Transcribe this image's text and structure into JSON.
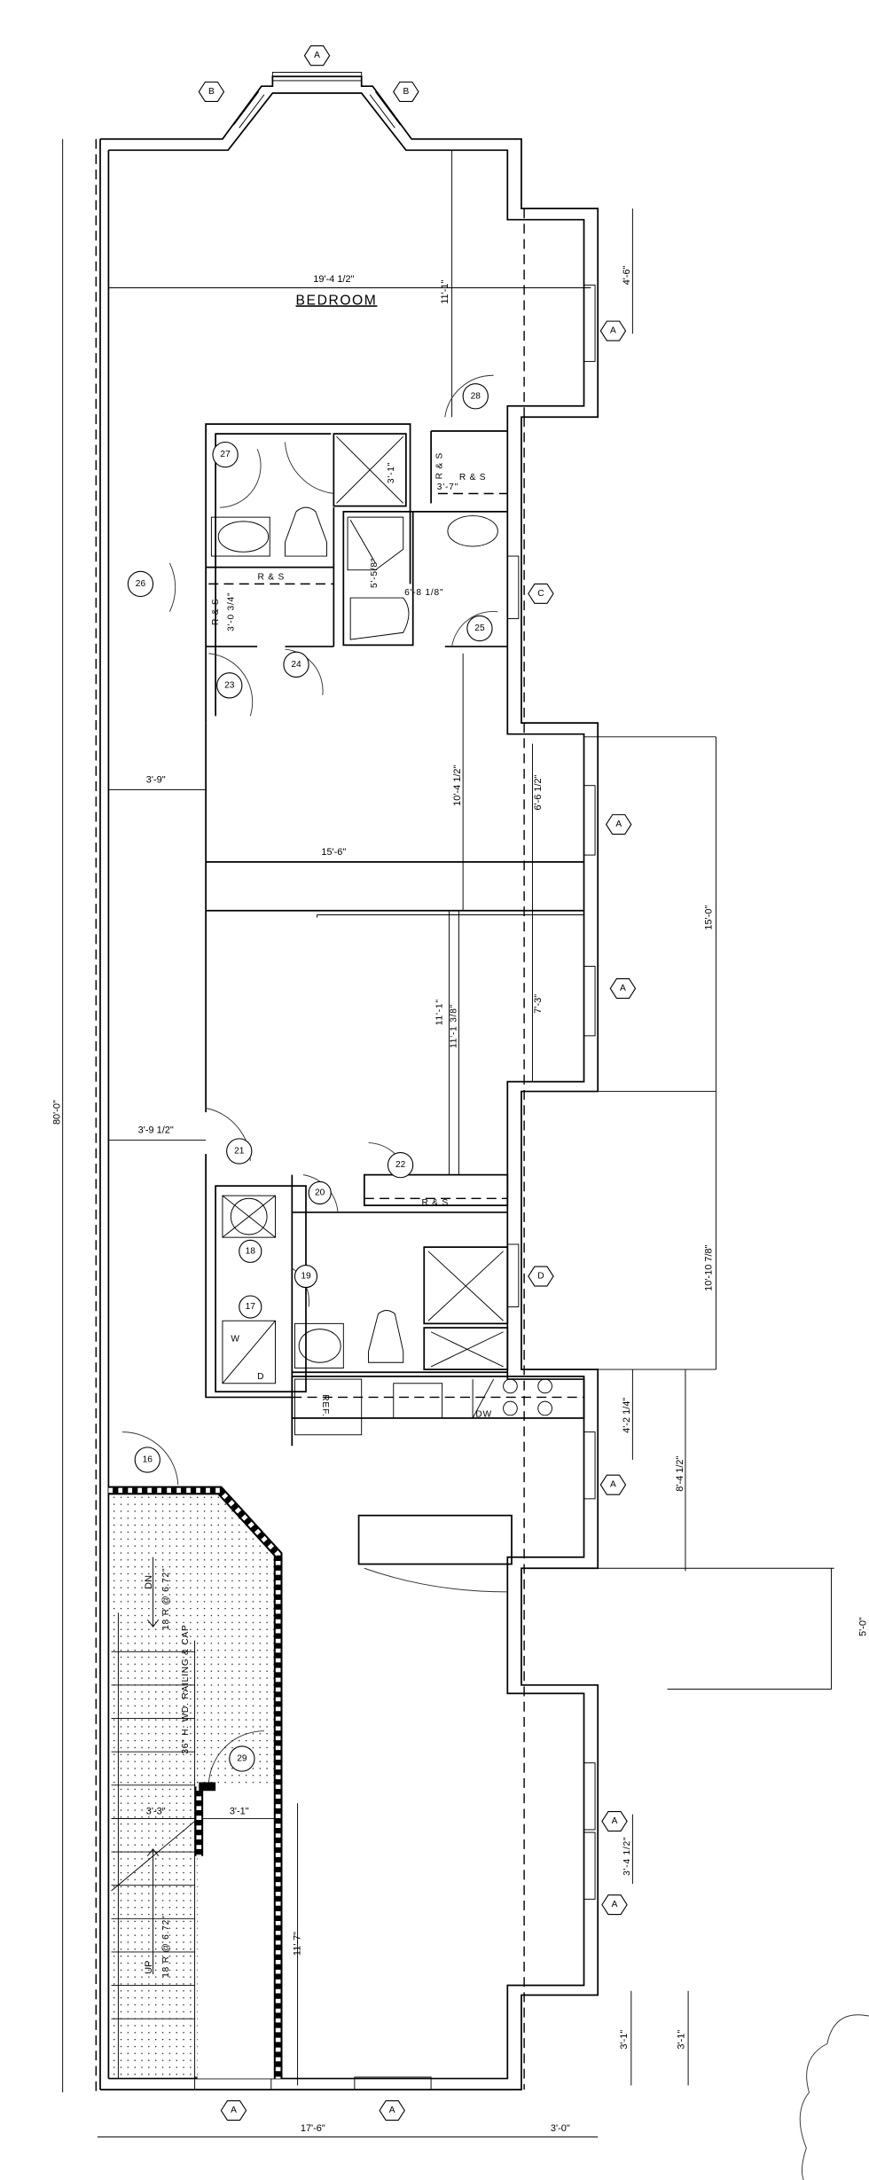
{
  "title": "Floor Plan",
  "room_label": "BEDROOM",
  "window_tags": {
    "A": "A",
    "B": "B",
    "C": "C",
    "D": "D"
  },
  "doors": [
    "16",
    "17",
    "18",
    "19",
    "20",
    "21",
    "22",
    "23",
    "24",
    "25",
    "26",
    "27",
    "28",
    "29"
  ],
  "dimensions": {
    "overall_length": "80'-0\"",
    "bedroom_width": "19'-4 1/2\"",
    "bedroom_depth": "11'-1\"",
    "bump_top": "4'-6\"",
    "bath_a": "3'-0 3/4\"",
    "bath_b": "5'-5/8\"",
    "bath_c": "6'-8 1/8\"",
    "shower_a": "3'-1\"",
    "closet_a": "3'-7\"",
    "hall_a": "3'-9\"",
    "room_width": "15'-6\"",
    "room_depth_a": "10'-4 1/2\"",
    "bump_mid_a": "6'-6 1/2\"",
    "bump_mid_b": "7'-3\"",
    "room_depth_b": "11'-1\"",
    "room_depth_b2": "11'-1 3/8\"",
    "hall_b": "3'-9 1/2\"",
    "right_a": "15'-0\"",
    "right_b": "10'-10 7/8\"",
    "right_c": "4'-2 1/4\"",
    "right_d": "8'-4 1/2\"",
    "right_e": "5'-0\"",
    "right_f": "3'-4 1/2\"",
    "right_g": "3'-1\"",
    "right_h": "3'-1\"",
    "stair_w": "3'-3\"",
    "landing_w": "3'-1\"",
    "landing_len": "11'-7\"",
    "bottom_width": "17'-6\"",
    "bottom_bump": "3'-0\""
  },
  "notes": {
    "rs": "R & S",
    "ref": "REF.",
    "dw": "DW",
    "washer": "W",
    "dryer": "D",
    "stair_dn": "DN",
    "stair_dn_risers": "18 R @ 6.72\"",
    "stair_up": "UP",
    "stair_up_risers": "18 R @ 6.72\"",
    "railing": "36\" H. WD. RAILING & CAP"
  }
}
